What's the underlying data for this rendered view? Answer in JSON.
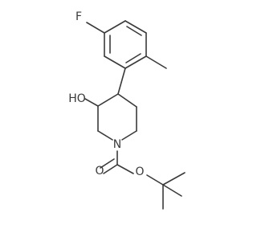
{
  "molecule": {
    "atoms": {
      "fluorine": "F",
      "hydroxyl": "HO",
      "nitrogen": "N",
      "carbonyl_oxygen": "O",
      "ester_oxygen": "O"
    },
    "colors": {
      "bond": "#3a3a3a",
      "text": "#3a3a3a",
      "background": "#ffffff"
    }
  }
}
